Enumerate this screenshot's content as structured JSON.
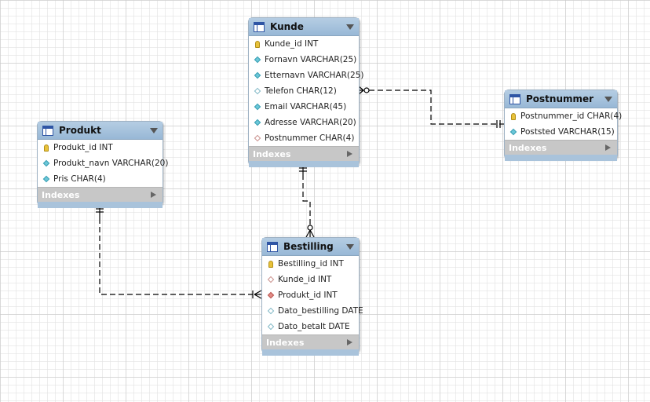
{
  "colors": {
    "header": "#a7c3de",
    "primary_key": "#e8c23a",
    "column_icon": "#6cc7d8",
    "foreign_key": "#e38b86",
    "indexes_bar": "#c7c7c7",
    "connector": "#000000"
  },
  "entities": {
    "kunde": {
      "title": "Kunde",
      "columns": [
        {
          "text": "Kunde_id INT",
          "icon": "key-icon"
        },
        {
          "text": "Fornavn VARCHAR(25)",
          "icon": "diamond-filled-icon"
        },
        {
          "text": "Etternavn VARCHAR(25)",
          "icon": "diamond-filled-icon"
        },
        {
          "text": "Telefon CHAR(12)",
          "icon": "diamond-hollow-icon"
        },
        {
          "text": "Email VARCHAR(45)",
          "icon": "diamond-filled-icon"
        },
        {
          "text": "Adresse VARCHAR(20)",
          "icon": "diamond-filled-icon"
        },
        {
          "text": "Postnummer CHAR(4)",
          "icon": "diamond-hollow-fk-icon"
        }
      ],
      "indexes_label": "Indexes"
    },
    "postnummer": {
      "title": "Postnummer",
      "columns": [
        {
          "text": "Postnummer_id CHAR(4)",
          "icon": "key-icon"
        },
        {
          "text": "Poststed VARCHAR(15)",
          "icon": "diamond-filled-icon"
        }
      ],
      "indexes_label": "Indexes"
    },
    "produkt": {
      "title": "Produkt",
      "columns": [
        {
          "text": "Produkt_id INT",
          "icon": "key-icon"
        },
        {
          "text": "Produkt_navn VARCHAR(20)",
          "icon": "diamond-filled-icon"
        },
        {
          "text": "Pris CHAR(4)",
          "icon": "diamond-filled-icon"
        }
      ],
      "indexes_label": "Indexes"
    },
    "bestilling": {
      "title": "Bestilling",
      "columns": [
        {
          "text": "Bestilling_id INT",
          "icon": "key-icon"
        },
        {
          "text": "Kunde_id INT",
          "icon": "diamond-hollow-fk-icon"
        },
        {
          "text": "Produkt_id INT",
          "icon": "diamond-fk-icon"
        },
        {
          "text": "Dato_bestilling DATE",
          "icon": "diamond-hollow-icon"
        },
        {
          "text": "Dato_betalt DATE",
          "icon": "diamond-hollow-icon"
        }
      ],
      "indexes_label": "Indexes"
    }
  },
  "relationships": [
    {
      "from": "Postnummer",
      "to": "Kunde",
      "from_cardinality": "one",
      "to_cardinality": "zero-or-many"
    },
    {
      "from": "Kunde",
      "to": "Bestilling",
      "from_cardinality": "one",
      "to_cardinality": "zero-or-many"
    },
    {
      "from": "Produkt",
      "to": "Bestilling",
      "from_cardinality": "one",
      "to_cardinality": "many"
    }
  ]
}
